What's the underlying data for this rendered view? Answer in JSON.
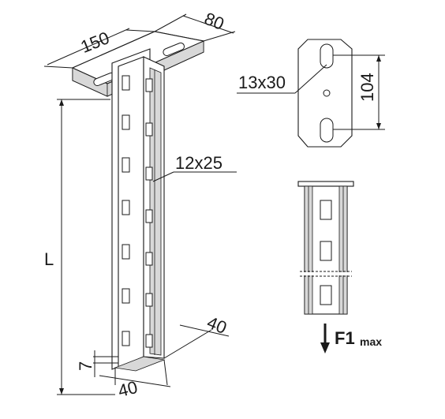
{
  "dimensions": {
    "plate_length": "150",
    "plate_width": "80",
    "slot_size_plate": "13x30",
    "hole_spacing": "104",
    "slot_size_profile": "12x25",
    "length": "L",
    "profile_width_side": "40",
    "profile_width_front": "40",
    "edge_offset": "7"
  },
  "load": {
    "label": "F1",
    "subscript": "max"
  },
  "icons": {
    "load_arrow": "down-arrow-icon"
  }
}
